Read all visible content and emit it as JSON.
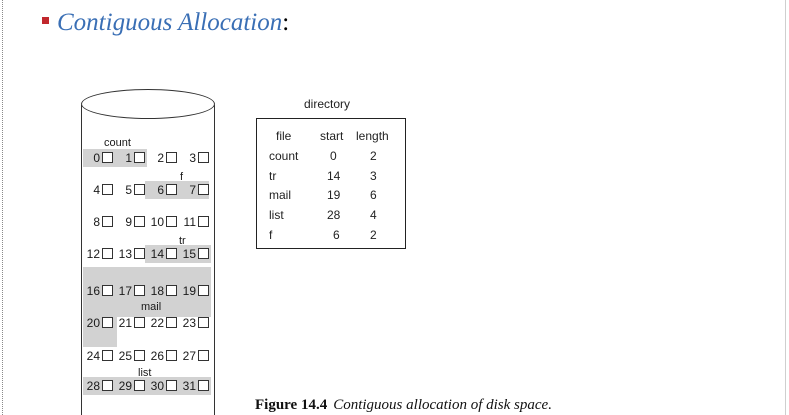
{
  "slide": {
    "title": "Contiguous Allocation",
    "title_punctuation": ":",
    "bullet_color": "#c1272d",
    "title_color": "#3a6fb5"
  },
  "disk": {
    "blocks": [
      "0",
      "1",
      "2",
      "3",
      "4",
      "5",
      "6",
      "7",
      "8",
      "9",
      "10",
      "11",
      "12",
      "13",
      "14",
      "15",
      "16",
      "17",
      "18",
      "19",
      "20",
      "21",
      "22",
      "23",
      "24",
      "25",
      "26",
      "27",
      "28",
      "29",
      "30",
      "31"
    ],
    "file_labels": {
      "count": "count",
      "f": "f",
      "tr": "tr",
      "mail": "mail",
      "list": "list"
    },
    "shade_color": "#d2d2d2"
  },
  "directory": {
    "title": "directory",
    "headers": {
      "file": "file",
      "start": "start",
      "length": "length"
    },
    "rows": [
      {
        "file": "count",
        "start": "0",
        "length": "2"
      },
      {
        "file": "tr",
        "start": "14",
        "length": "3"
      },
      {
        "file": "mail",
        "start": "19",
        "length": "6"
      },
      {
        "file": "list",
        "start": "28",
        "length": "4"
      },
      {
        "file": "f",
        "start": "6",
        "length": "2"
      }
    ]
  },
  "figure": {
    "number": "Figure 14.4",
    "caption": "Contiguous allocation of disk space."
  }
}
